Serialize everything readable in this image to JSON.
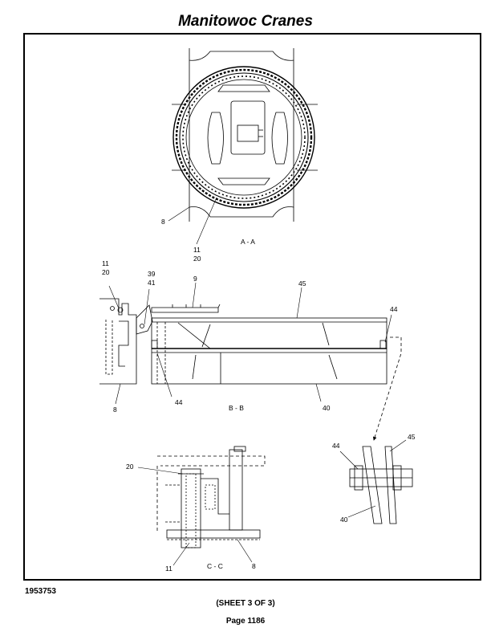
{
  "header": {
    "title": "Manitowoc Cranes"
  },
  "views": {
    "aa": {
      "label": "A - A",
      "callouts": [
        "8",
        "11",
        "20"
      ]
    },
    "bb": {
      "label": "B - B",
      "callouts": [
        "11",
        "20",
        "39",
        "41",
        "9",
        "45",
        "44",
        "8",
        "44",
        "40"
      ]
    },
    "detail": {
      "callouts": [
        "44",
        "45",
        "40"
      ]
    },
    "cc": {
      "label": "C - C",
      "callouts": [
        "20",
        "11",
        "8"
      ]
    }
  },
  "footer": {
    "drawing_number": "1953753",
    "sheet": "(SHEET 3 OF 3)",
    "page": "Page 1186"
  }
}
